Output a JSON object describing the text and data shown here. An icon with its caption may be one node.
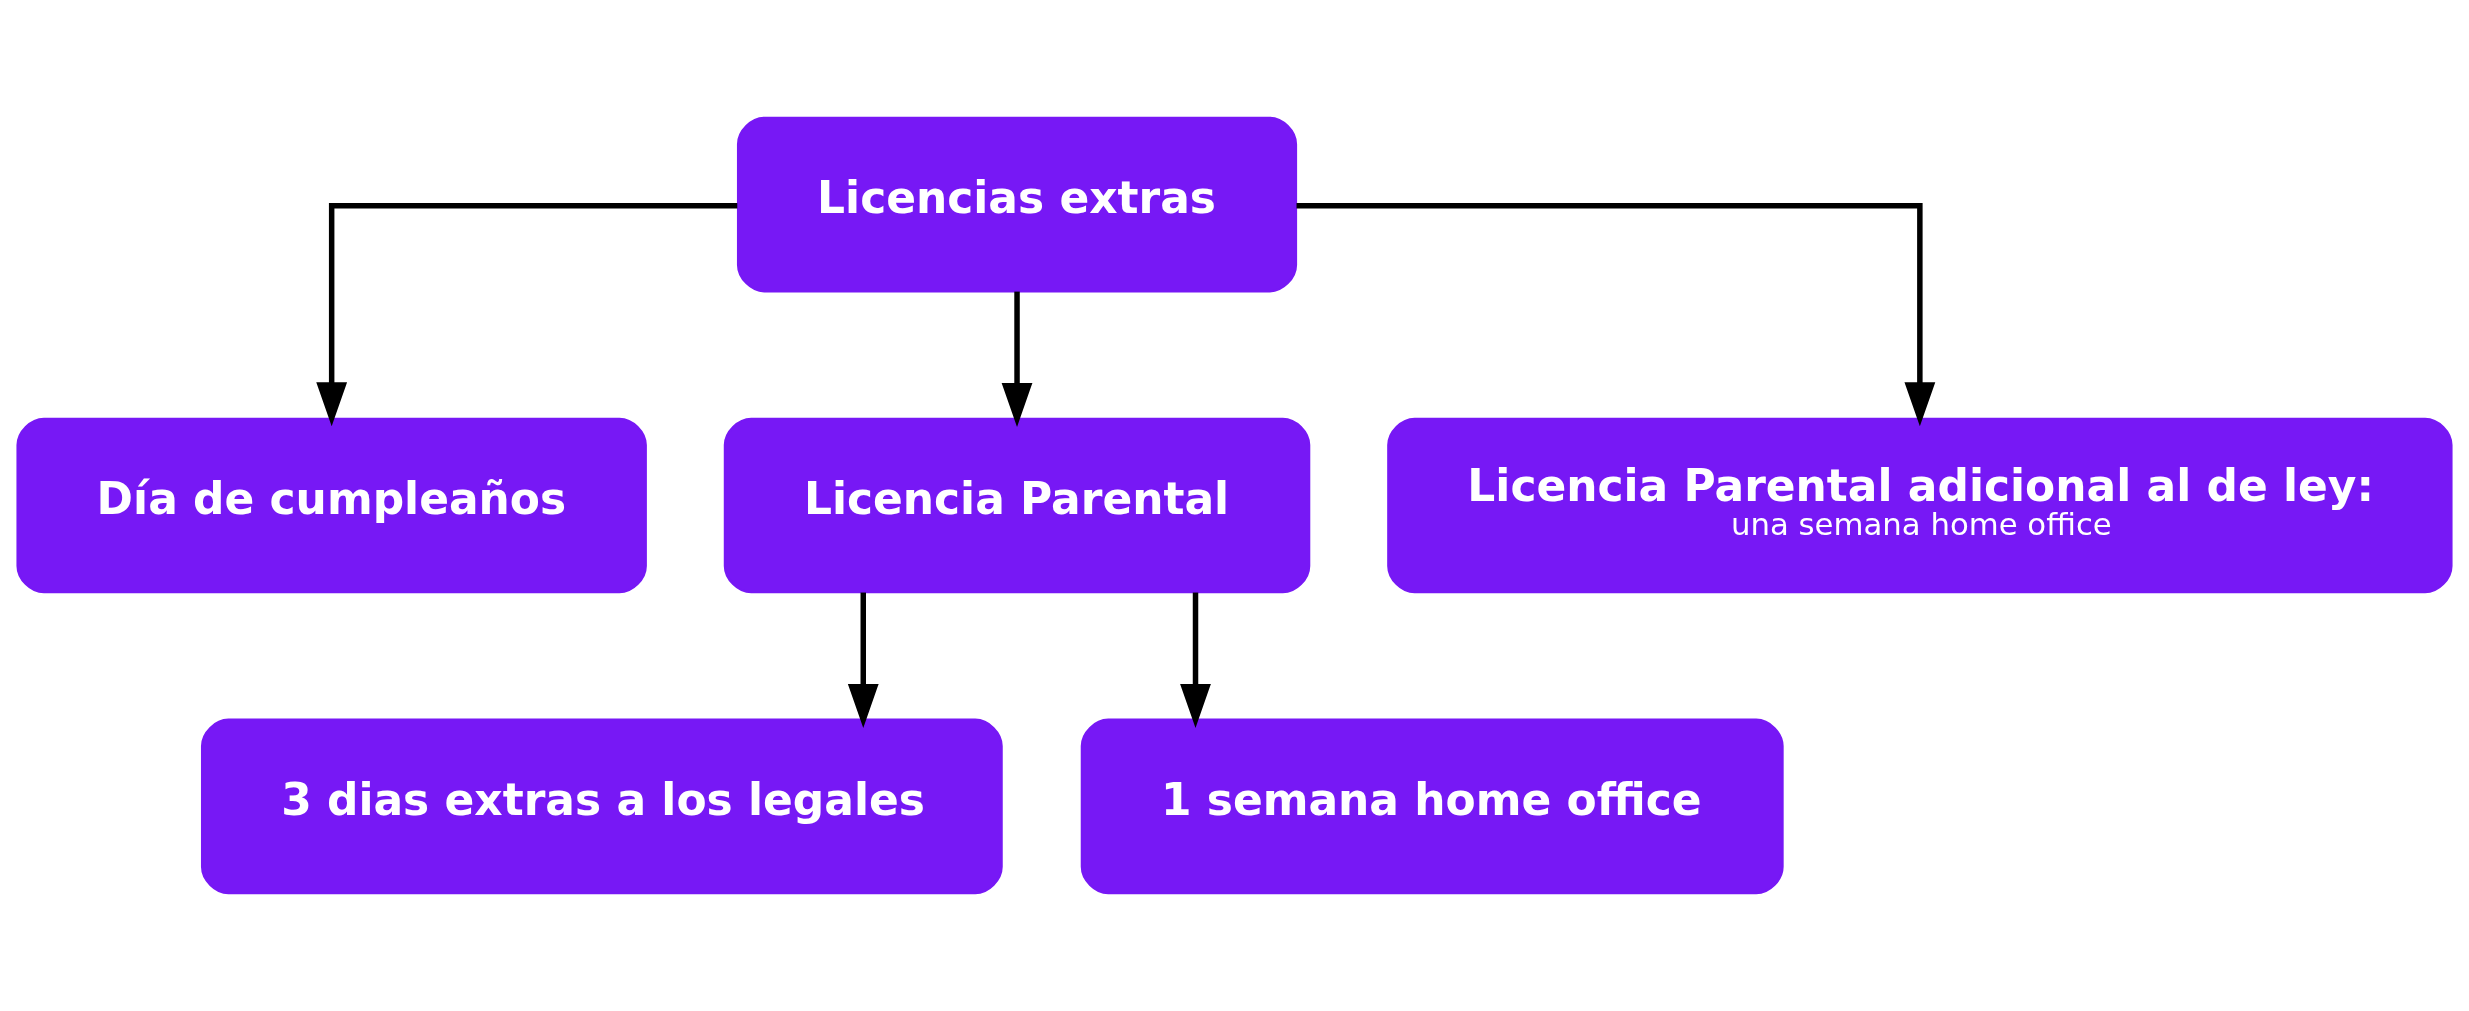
{
  "diagram": {
    "nodes": [
      {
        "text": [
          "Licencias extras"
        ]
      },
      {
        "text": [
          "Día de cumpleaños"
        ]
      },
      {
        "text": [
          "Licencia Parental"
        ]
      },
      {
        "text": [
          "Licencia Parental adicional al de ley:",
          "una semana home office"
        ]
      },
      {
        "text": [
          "3 dias extras a los legales"
        ]
      },
      {
        "text": [
          "1 semana home office"
        ]
      }
    ],
    "edges": [
      {
        "from": 0,
        "to": 1,
        "arrow": "to"
      },
      {
        "from": 0,
        "to": 2,
        "arrow": "to"
      },
      {
        "from": 0,
        "to": 3,
        "arrow": "to"
      },
      {
        "from": 2,
        "to": 4,
        "arrow": "to"
      },
      {
        "from": 2,
        "to": 5,
        "arrow": "to"
      }
    ]
  }
}
